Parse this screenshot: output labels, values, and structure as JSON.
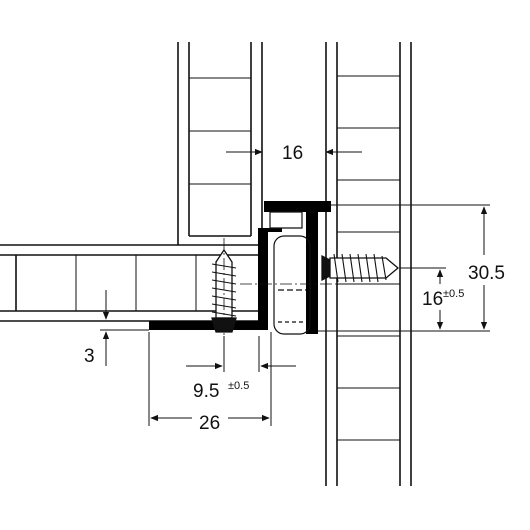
{
  "diagram": {
    "dimensions": {
      "gap_width": "16",
      "height_total": "30.5",
      "screw_height_value": "16",
      "screw_height_tolerance": "±0.5",
      "bottom_offset": "3",
      "screw_offset_value": "9.5",
      "screw_offset_tolerance": "±0.5",
      "rail_width": "26"
    },
    "colors": {
      "line": "#111111",
      "profile": "#000000",
      "background": "#ffffff"
    }
  }
}
